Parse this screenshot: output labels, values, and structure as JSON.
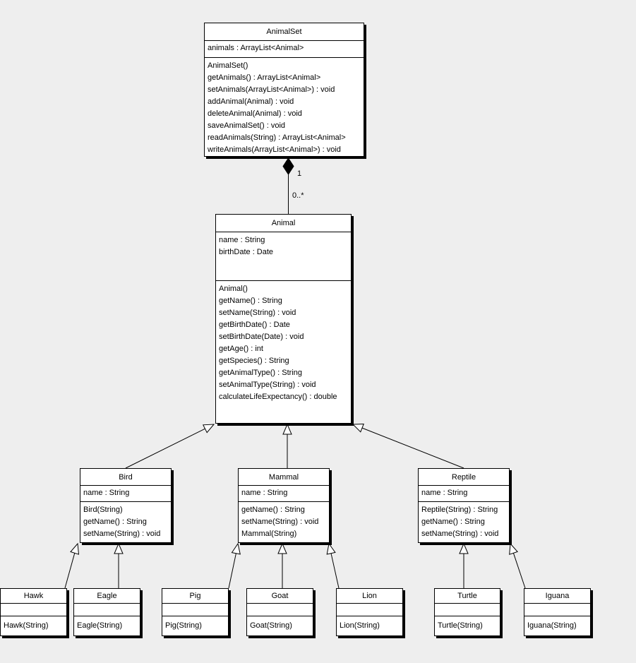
{
  "diagram": {
    "background_color": "#eeeeee",
    "box_fill_color": "#ffffff",
    "line_color": "#000000"
  },
  "classes": {
    "animalset": {
      "title": "AnimalSet",
      "attributes": [
        "animals : ArrayList<Animal>"
      ],
      "methods": [
        "AnimalSet()",
        "getAnimals() : ArrayList<Animal>",
        "setAnimals(ArrayList<Animal>) : void",
        "addAnimal(Animal) : void",
        "deleteAnimal(Animal) : void",
        "saveAnimalSet() : void",
        "readAnimals(String) : ArrayList<Animal>",
        "writeAnimals(ArrayList<Animal>) : void"
      ]
    },
    "animal": {
      "title": "Animal",
      "attributes": [
        "name : String",
        "birthDate : Date"
      ],
      "methods": [
        "Animal()",
        "getName() : String",
        "setName(String) : void",
        "getBirthDate() : Date",
        "setBirthDate(Date) : void",
        "getAge() : int",
        "getSpecies() : String",
        "getAnimalType() : String",
        "setAnimalType(String) : void",
        "calculateLifeExpectancy() : double"
      ]
    },
    "bird": {
      "title": "Bird",
      "attributes": [
        "name : String"
      ],
      "methods": [
        "Bird(String)",
        "getName() : String",
        "setName(String) : void"
      ]
    },
    "mammal": {
      "title": "Mammal",
      "attributes": [
        "name : String"
      ],
      "methods": [
        "getName() : String",
        "setName(String) : void",
        "Mammal(String)"
      ]
    },
    "reptile": {
      "title": "Reptile",
      "attributes": [
        "name : String"
      ],
      "methods": [
        "Reptile(String) : String",
        "getName() : String",
        "setName(String) : void"
      ]
    },
    "hawk": {
      "title": "Hawk",
      "attributes": [],
      "methods": [
        "Hawk(String)"
      ]
    },
    "eagle": {
      "title": "Eagle",
      "attributes": [],
      "methods": [
        "Eagle(String)"
      ]
    },
    "pig": {
      "title": "Pig",
      "attributes": [],
      "methods": [
        "Pig(String)"
      ]
    },
    "goat": {
      "title": "Goat",
      "attributes": [],
      "methods": [
        "Goat(String)"
      ]
    },
    "lion": {
      "title": "Lion",
      "attributes": [],
      "methods": [
        "Lion(String)"
      ]
    },
    "turtle": {
      "title": "Turtle",
      "attributes": [],
      "methods": [
        "Turtle(String)"
      ]
    },
    "iguana": {
      "title": "Iguana",
      "attributes": [],
      "methods": [
        "Iguana(String)"
      ]
    }
  },
  "relations": {
    "composition": {
      "from": "AnimalSet",
      "to": "Animal",
      "multiplicity_upper": "1",
      "multiplicity_lower": "0..*"
    },
    "generalizations": [
      "Bird -> Animal",
      "Mammal -> Animal",
      "Reptile -> Animal",
      "Hawk -> Bird",
      "Eagle -> Bird",
      "Pig -> Mammal",
      "Goat -> Mammal",
      "Lion -> Mammal",
      "Turtle -> Reptile",
      "Iguana -> Reptile"
    ]
  }
}
